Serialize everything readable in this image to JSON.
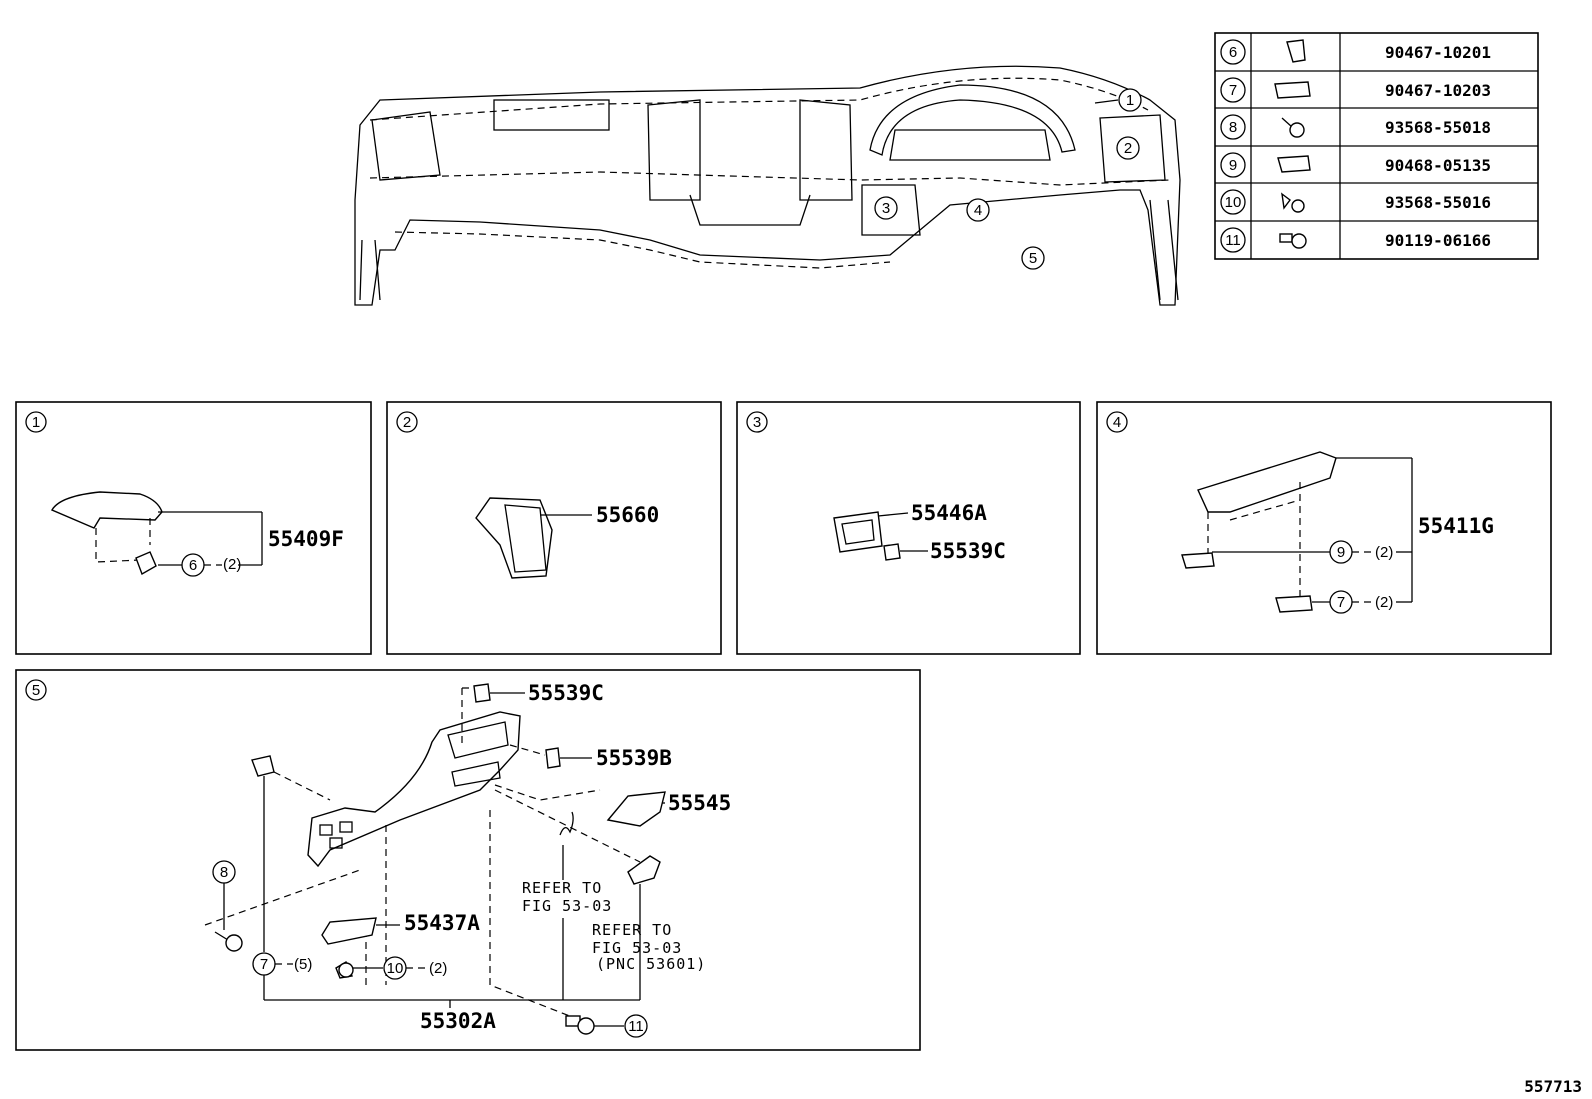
{
  "fastener_table": [
    {
      "ref": "6",
      "icon": "clip-icon",
      "part_no": "90467-10201"
    },
    {
      "ref": "7",
      "icon": "clip-icon",
      "part_no": "90467-10203"
    },
    {
      "ref": "8",
      "icon": "screw-grommet-icon",
      "part_no": "93568-55018"
    },
    {
      "ref": "9",
      "icon": "clip-icon",
      "part_no": "90468-05135"
    },
    {
      "ref": "10",
      "icon": "screw-grommet-icon",
      "part_no": "93568-55016"
    },
    {
      "ref": "11",
      "icon": "bolt-icon",
      "part_no": "90119-06166"
    }
  ],
  "overview_callouts": [
    "1",
    "2",
    "3",
    "4",
    "5"
  ],
  "panel1": {
    "id": "1",
    "part": "55409F",
    "clip_ref": "6",
    "clip_qty": "(2)"
  },
  "panel2": {
    "id": "2",
    "part": "55660"
  },
  "panel3": {
    "id": "3",
    "part_a": "55446A",
    "part_b": "55539C"
  },
  "panel4": {
    "id": "4",
    "part": "55411G",
    "clip_a_ref": "9",
    "clip_a_qty": "(2)",
    "clip_b_ref": "7",
    "clip_b_qty": "(2)"
  },
  "panel5": {
    "id": "5",
    "parts": {
      "top_clip": "55539C",
      "side_clip": "55539B",
      "cover": "55545",
      "pocket": "55437A",
      "panel": "55302A"
    },
    "screw_ref": "8",
    "clip_ref": "7",
    "clip_qty": "(5)",
    "grommet_ref": "10",
    "grommet_qty": "(2)",
    "bolt_ref": "11",
    "refer1": [
      "REFER TO",
      "FIG 53-03"
    ],
    "refer2": [
      "REFER TO",
      "FIG 53-03",
      "(PNC 53601)"
    ]
  },
  "figure_id": "557713"
}
